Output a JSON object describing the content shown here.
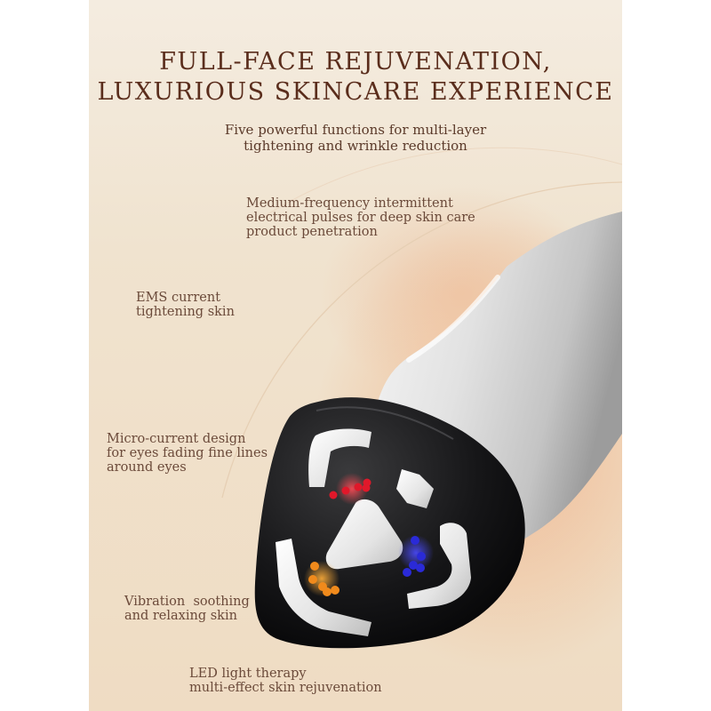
{
  "headline": {
    "line1": "FULL-FACE REJUVENATION,",
    "line2": "LUXURIOUS SKINCARE EXPERIENCE"
  },
  "subheadline": {
    "line1": "Five powerful functions for multi-layer",
    "line2": "tightening and wrinkle reduction"
  },
  "features": [
    {
      "lines": [
        "Medium-frequency intermittent",
        "electrical pulses for deep skin care",
        "product penetration"
      ]
    },
    {
      "lines": [
        "EMS current",
        "tightening skin"
      ]
    },
    {
      "lines": [
        "Micro-current design",
        "for eyes fading fine lines",
        "around eyes"
      ]
    },
    {
      "lines": [
        "Vibration  soothing",
        "and relaxing skin"
      ]
    },
    {
      "lines": [
        "LED light therapy",
        "multi-effect skin rejuvenation"
      ]
    }
  ],
  "colors": {
    "headline": "#5a2d1c",
    "body_text": "#6b4a3a",
    "led_red": "#e0182a",
    "led_blue": "#2a2ad8",
    "led_orange": "#f08a1c"
  },
  "icons": {
    "product": "skincare-device-image",
    "leds": [
      "red-led-cluster",
      "blue-led-cluster",
      "orange-led-cluster"
    ]
  }
}
